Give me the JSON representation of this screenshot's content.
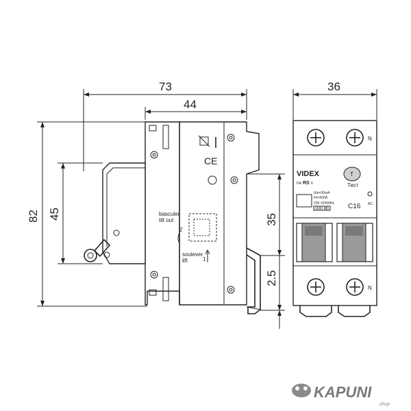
{
  "dimensions": {
    "width_total": "73",
    "width_body": "44",
    "width_front": "36",
    "height_total": "82",
    "height_front": "45",
    "height_rail": "35",
    "height_clip": "2.5"
  },
  "side_label": {
    "tilt_fr": "basculer",
    "tilt_en": "tilt out",
    "lift_fr": "soulever",
    "lift_en": "lift",
    "step_2": "2",
    "step_1": "1"
  },
  "front": {
    "brand": "VIDEX",
    "model_prefix": "DA",
    "model_series": "RS",
    "model_suffix": "6",
    "test_button": "T",
    "test_label": "Тест",
    "spec_idn": "IΔn=30mA",
    "spec_im": "Im=500A",
    "spec_voltage": "230~50/60Hz",
    "spec_breaking": "6000",
    "spec_class": "3",
    "rating": "C16",
    "type_ac": "AC",
    "terminal_n_top": "N",
    "terminal_n_bottom": "N"
  },
  "watermark": {
    "brand": "KAPUNI",
    "suffix": ".shop"
  }
}
